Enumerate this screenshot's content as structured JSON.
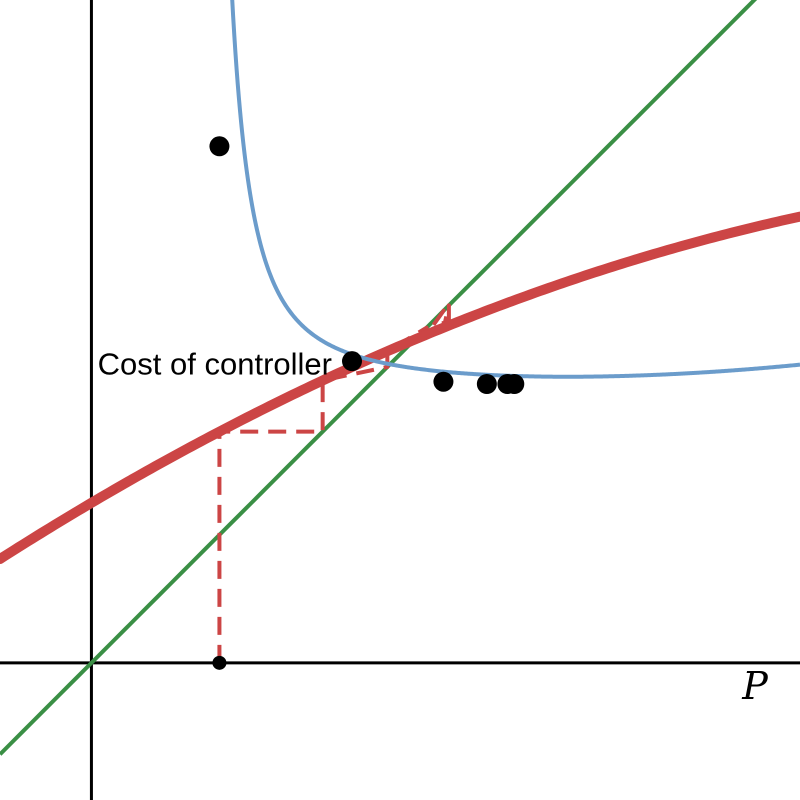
{
  "chart_data": {
    "type": "line",
    "title": "",
    "xlabel": "P",
    "ylabel": "",
    "xlim": [
      -0.4,
      3.1
    ],
    "ylim": [
      -0.6,
      2.9
    ],
    "grid": false,
    "legend": "none",
    "annotations": [
      {
        "text": "Cost of controller",
        "x": 1.14,
        "y": 1.31
      }
    ],
    "series": [
      {
        "kind": "map",
        "color": "#cc4545",
        "formula": "0.7 + 0.59*x - 0.06*x^2",
        "x_start": -0.4,
        "x_end": 3.1
      },
      {
        "kind": "identity",
        "color": "#3a8f45",
        "formula": "x",
        "x_start": -0.4,
        "x_end": 3.1
      },
      {
        "kind": "cost",
        "color": "#6b9ccb",
        "formula": "0.05/(x - 0.44)^2 + 0.04*(x - 1.8)^2 + 1.23",
        "x_start": 0.46,
        "x_end": 3.1
      },
      {
        "kind": "cobweb",
        "color": "#cc4545",
        "style": "dashed",
        "iterates": [
          0.56,
          1.14,
          1.54,
          1.73,
          1.79,
          1.82
        ]
      },
      {
        "kind": "cost-points",
        "color": "#000000",
        "points": [
          {
            "x": 0.56,
            "y": 2.26
          },
          {
            "x": 1.14,
            "y": 1.32
          },
          {
            "x": 1.54,
            "y": 1.23
          },
          {
            "x": 1.73,
            "y": 1.22
          },
          {
            "x": 1.82,
            "y": 1.22
          },
          {
            "x": 1.85,
            "y": 1.22
          }
        ]
      },
      {
        "kind": "start-point",
        "color": "#000000",
        "points": [
          {
            "x": 0.56,
            "y": 0
          }
        ]
      }
    ]
  }
}
